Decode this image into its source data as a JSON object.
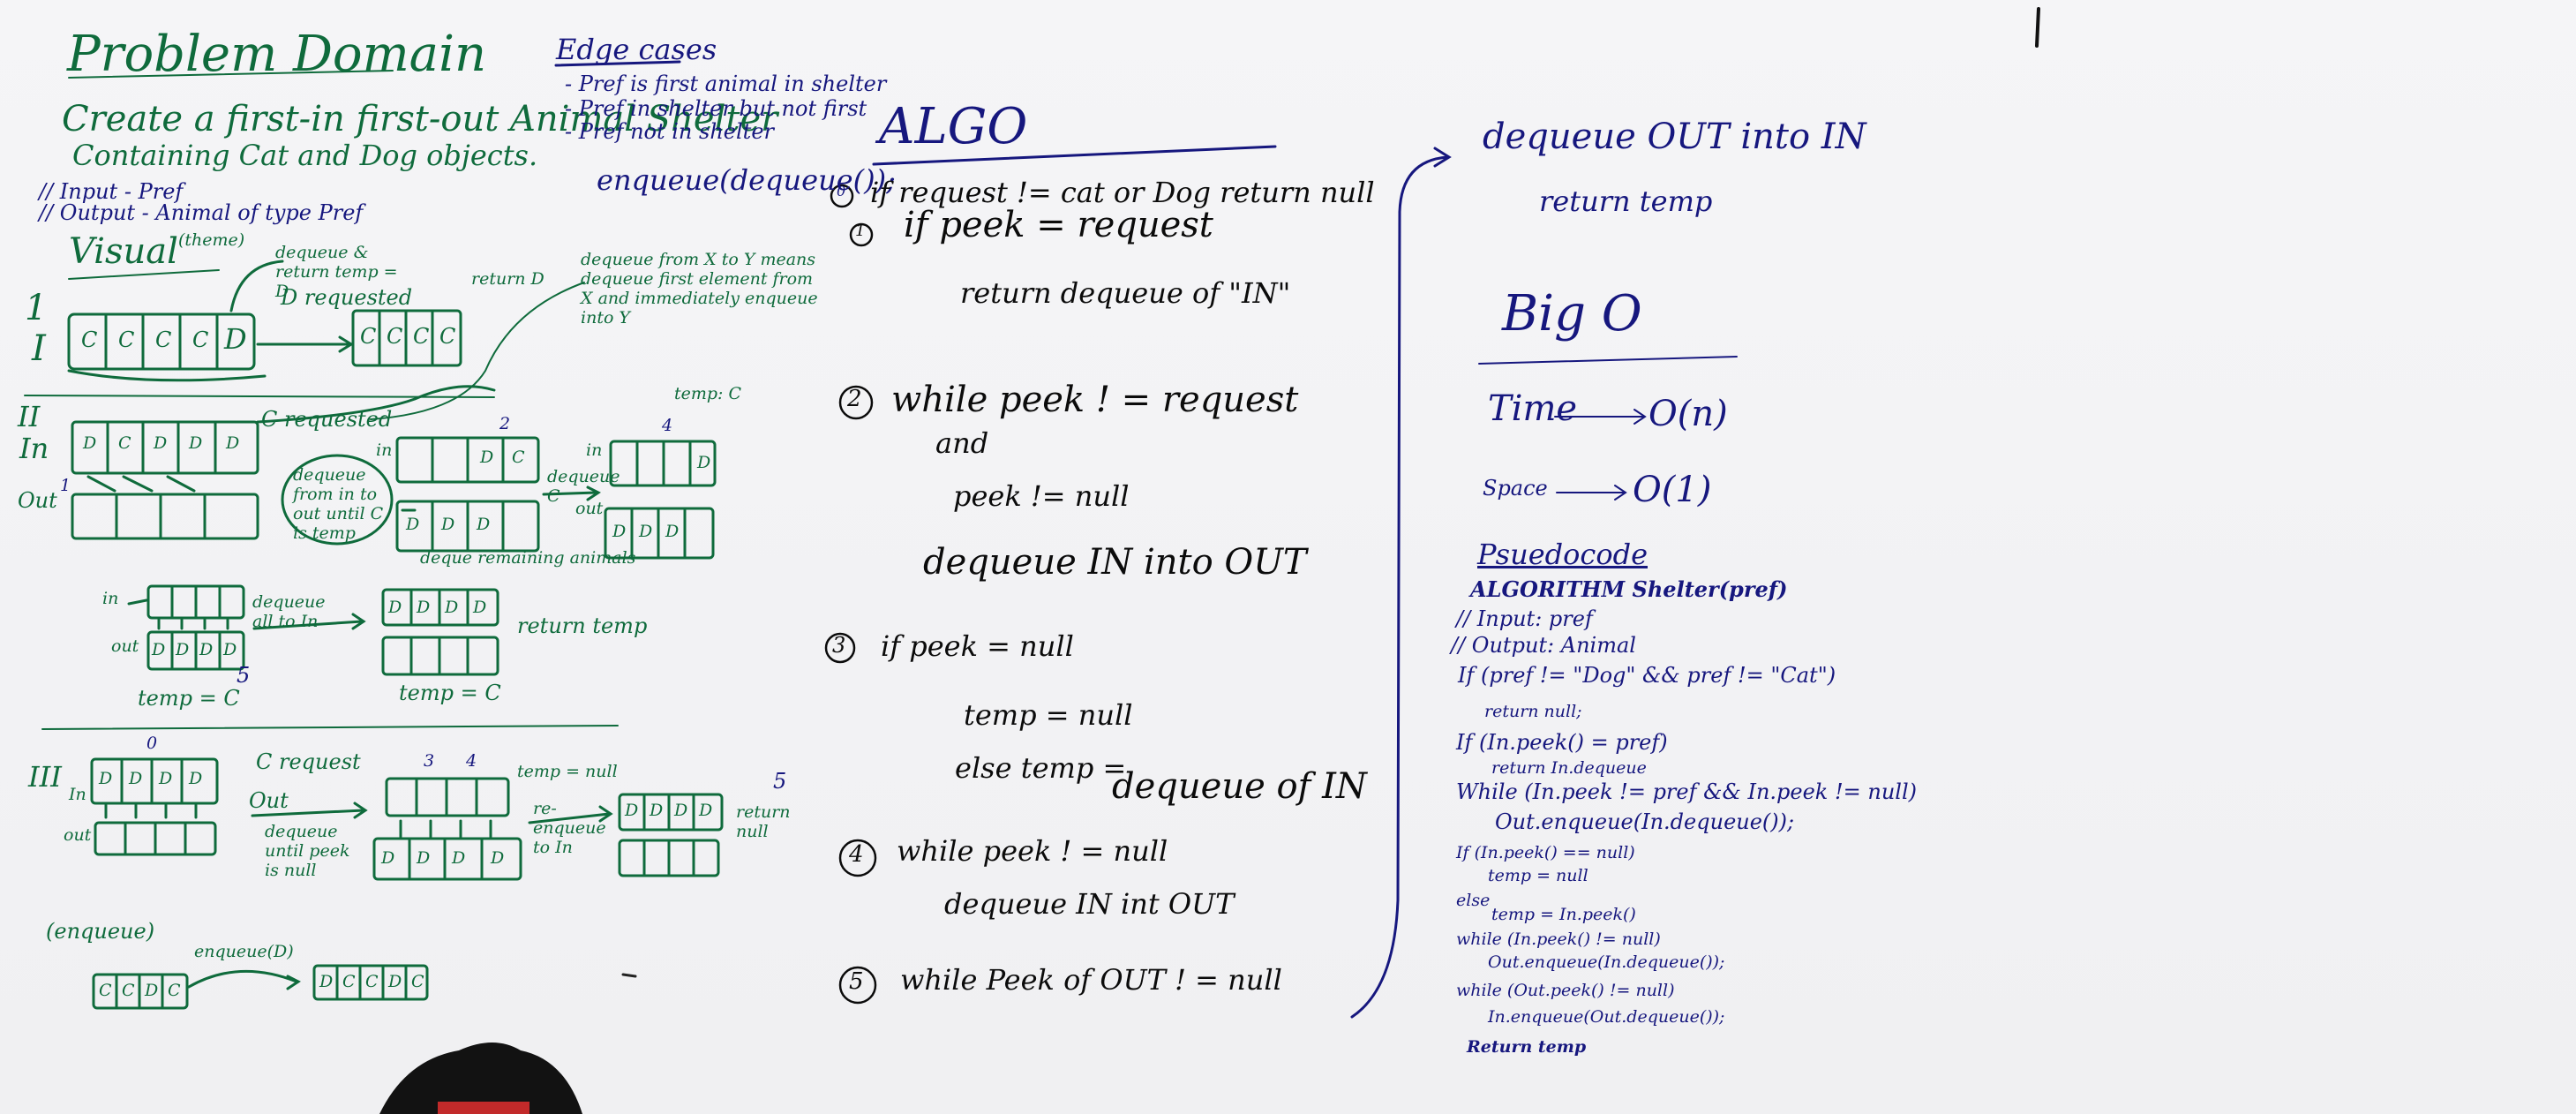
{
  "problem_domain": {
    "title": "Problem Domain",
    "line1": "Create a first-in first-out Animal Shelter",
    "line2": "Containing Cat and Dog objects.",
    "input": "// Input - Pref",
    "output": "// Output - Animal of type Pref"
  },
  "edge_cases": {
    "title": "Edge cases",
    "items": [
      "- Pref is first animal in shelter",
      "- Pref in shelter but not first",
      "- Pref not in shelter"
    ],
    "enqueue_call": "enqueue(dequeue());"
  },
  "visual": {
    "title": "Visual",
    "subtitle": "(theme)",
    "dequeue_return": "dequeue & return temp = D",
    "d_requested": "D requested",
    "return_d": "return D",
    "dequeue_explain": "dequeue from X to Y means dequeue first element from X and immediately enqueue into Y",
    "temp_c_top": "temp: C",
    "c_requested": "C requested",
    "dequeue_in_to_out": "dequeue from in to out until C is temp",
    "deque_remaining": "deque remaining animals",
    "dequeue_c": "dequeue C",
    "dequeue_all": "dequeue all to In",
    "return_temp": "return temp",
    "temp_c_mid": "temp = C",
    "temp_c_mid2": "temp = C",
    "c_request": "C request",
    "dequeue_until": "dequeue until peek is null",
    "temp_null": "temp = null",
    "reenqueue_in": "re-enqueue to In",
    "return_null": "return null",
    "enqueue_label": "(enqueue)",
    "enqueue_d": "enqueue(D)",
    "lbl_in": "In",
    "lbl_out": "Out",
    "lbl_in_lc": "in",
    "lbl_out_lc": "out",
    "roman_1": "I",
    "roman_2": "II",
    "roman_3": "III",
    "num_1": "1",
    "num_2": "2",
    "num_3": "3",
    "num_4": "4",
    "num_5": "5",
    "num_0": "0",
    "queue1": [
      "C",
      "C",
      "C",
      "C",
      "D"
    ],
    "queue1_after": [
      "C",
      "C",
      "C",
      "C"
    ],
    "queue2_in": [
      "D",
      "C",
      "D",
      "D",
      "D"
    ],
    "queue3_in": [
      "D",
      "C"
    ],
    "queue3_out": [
      "D",
      "D",
      "D"
    ],
    "queue4_in": [
      "D"
    ],
    "queue4_out": [
      "D",
      "D",
      "D"
    ],
    "queue5_out": [
      "D",
      "D",
      "D",
      "D"
    ],
    "queue5_in": [
      "D",
      "D",
      "D",
      "D"
    ],
    "queue6_in": [
      "D",
      "D",
      "D",
      "D"
    ],
    "queue7_in": [
      "D",
      "D",
      "D",
      "D"
    ],
    "queue8": [
      "D",
      "D",
      "D",
      "D"
    ],
    "queue_enq_before": [
      "C",
      "C",
      "D",
      "C"
    ],
    "queue_enq_after": [
      "D",
      "C",
      "C",
      "D",
      "C"
    ]
  },
  "algo": {
    "title": "ALGO",
    "steps": [
      "if request != cat or Dog return null",
      "if peek = request",
      "return dequeue of \"IN\"",
      "while peek ! = request",
      "and",
      "peek != null",
      "dequeue IN into OUT",
      "if peek = null",
      "temp = null",
      "else temp =",
      "dequeue of IN",
      "while peek ! = null",
      "dequeue IN int OUT",
      "while Peek of OUT ! = null",
      "dequeue OUT into IN",
      "return temp"
    ],
    "markers": [
      "0",
      "1",
      "2",
      "3",
      "4",
      "5"
    ]
  },
  "big_o": {
    "title": "Big O",
    "time": "Time",
    "time_value": "O(n)",
    "space": "Space",
    "space_value": "O(1)"
  },
  "pseudocode": {
    "title": "Psuedocode",
    "lines": [
      "ALGORITHM Shelter(pref)",
      "// Input: pref",
      "// Output: Animal",
      "If (pref != \"Dog\" && pref != \"Cat\")",
      "return null;",
      "If (In.peek() = pref)",
      "return In.dequeue",
      "While (In.peek != pref && In.peek != null)",
      "Out.enqueue(In.dequeue());",
      "If (In.peek() == null)",
      "temp = null",
      "else",
      "temp = In.peek()",
      "while (In.peek() != null)",
      "Out.enqueue(In.dequeue());",
      "while (Out.peek() != null)",
      "In.enqueue(Out.dequeue());",
      "Return temp"
    ]
  },
  "colors": {
    "green_marker": "#0f6b3c",
    "blue_marker": "#16177e",
    "board": "#f3f3f5"
  }
}
